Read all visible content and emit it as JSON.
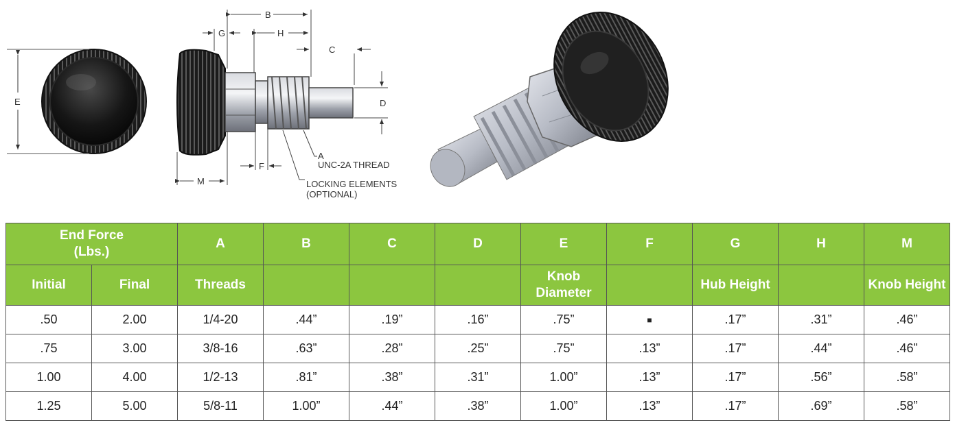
{
  "drawing": {
    "dim_labels": {
      "E": "E",
      "B": "B",
      "G": "G",
      "H": "H",
      "C": "C",
      "D": "D",
      "F": "F",
      "M": "M"
    },
    "callout_thread": [
      "A",
      "UNC-2A THREAD"
    ],
    "callout_locking": [
      "LOCKING ELEMENTS",
      "(OPTIONAL)"
    ]
  },
  "table": {
    "group_header": [
      "End Force",
      "(Lbs.)"
    ],
    "header_row1": [
      "A",
      "B",
      "C",
      "D",
      "E",
      "F",
      "G",
      "H",
      "M"
    ],
    "header_row2": [
      "Initial",
      "Final",
      "Threads",
      "",
      "",
      "",
      "Knob Diameter",
      "",
      "Hub Height",
      "",
      "Knob Height"
    ],
    "rows": [
      [
        ".50",
        "2.00",
        "1/4-20",
        ".44”",
        ".19”",
        ".16”",
        ".75”",
        "■",
        ".17”",
        ".31”",
        ".46”"
      ],
      [
        ".75",
        "3.00",
        "3/8-16",
        ".63”",
        ".28”",
        ".25”",
        ".75”",
        ".13”",
        ".17”",
        ".44”",
        ".46”"
      ],
      [
        "1.00",
        "4.00",
        "1/2-13",
        ".81”",
        ".38”",
        ".31”",
        "1.00”",
        ".13”",
        ".17”",
        ".56”",
        ".58”"
      ],
      [
        "1.25",
        "5.00",
        "5/8-11",
        "1.00”",
        ".44”",
        ".38”",
        "1.00”",
        ".13”",
        ".17”",
        ".69”",
        ".58”"
      ]
    ]
  },
  "colors": {
    "header_green": "#8cc63f",
    "header_text": "#ffffff",
    "border": "#555555"
  }
}
